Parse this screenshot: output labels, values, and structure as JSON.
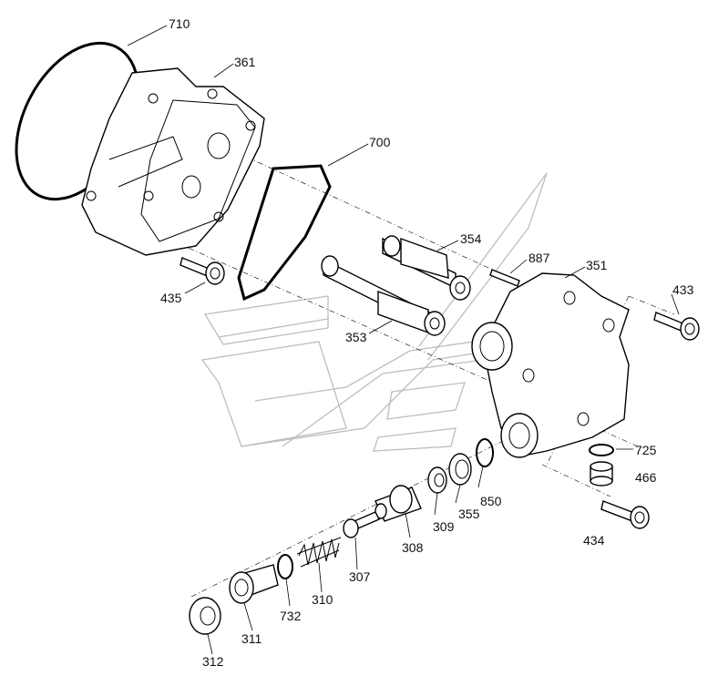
{
  "parts": [
    {
      "id": "p710",
      "label": "710"
    },
    {
      "id": "p361",
      "label": "361"
    },
    {
      "id": "p700",
      "label": "700"
    },
    {
      "id": "p354",
      "label": "354"
    },
    {
      "id": "p887",
      "label": "887"
    },
    {
      "id": "p351",
      "label": "351"
    },
    {
      "id": "p433",
      "label": "433"
    },
    {
      "id": "p435",
      "label": "435"
    },
    {
      "id": "p353",
      "label": "353"
    },
    {
      "id": "p725",
      "label": "725"
    },
    {
      "id": "p466",
      "label": "466"
    },
    {
      "id": "p850",
      "label": "850"
    },
    {
      "id": "p355",
      "label": "355"
    },
    {
      "id": "p309",
      "label": "309"
    },
    {
      "id": "p308",
      "label": "308"
    },
    {
      "id": "p434",
      "label": "434"
    },
    {
      "id": "p307",
      "label": "307"
    },
    {
      "id": "p310",
      "label": "310"
    },
    {
      "id": "p732",
      "label": "732"
    },
    {
      "id": "p311",
      "label": "311"
    },
    {
      "id": "p312",
      "label": "312"
    }
  ]
}
